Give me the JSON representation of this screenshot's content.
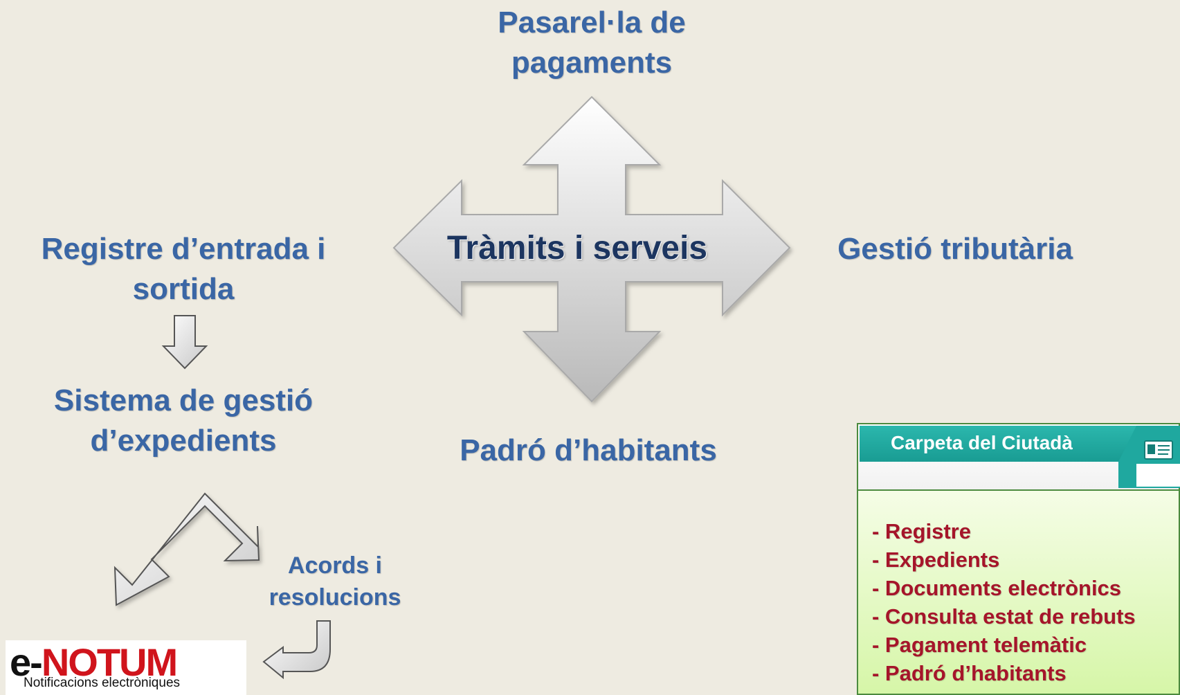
{
  "nodes": {
    "top": "Pasarel·la de pagaments",
    "center": "Tràmits i serveis",
    "right": "Gestió tributària",
    "left": "Registre d’entrada i sortida",
    "bottom": "Padró d’habitants",
    "expedients": "Sistema de gestió d’expedients",
    "acords": "Acords i resolucions"
  },
  "enotum": {
    "logo_e": "e",
    "logo_dash": "-",
    "logo_notum": "NOTUM",
    "subtitle": "Notificacions electròniques"
  },
  "carpeta": {
    "title": "Carpeta del Ciutadà",
    "items": [
      "- Registre",
      "- Expedients",
      "- Documents electrònics",
      "- Consulta estat de rebuts",
      "- Pagament telemàtic",
      "- Padró d’habitants"
    ]
  },
  "icons": [
    "four-way-arrow",
    "down-arrow",
    "bent-double-arrow",
    "hook-arrow",
    "folder-card-icon"
  ],
  "colors": {
    "label_blue": "#3a66a5",
    "center_text": "#1c3560",
    "carpeta_teal": "#1fa89f",
    "carpeta_item_red": "#a5152a",
    "enotum_red": "#d0141c",
    "background": "#eeebe1"
  }
}
